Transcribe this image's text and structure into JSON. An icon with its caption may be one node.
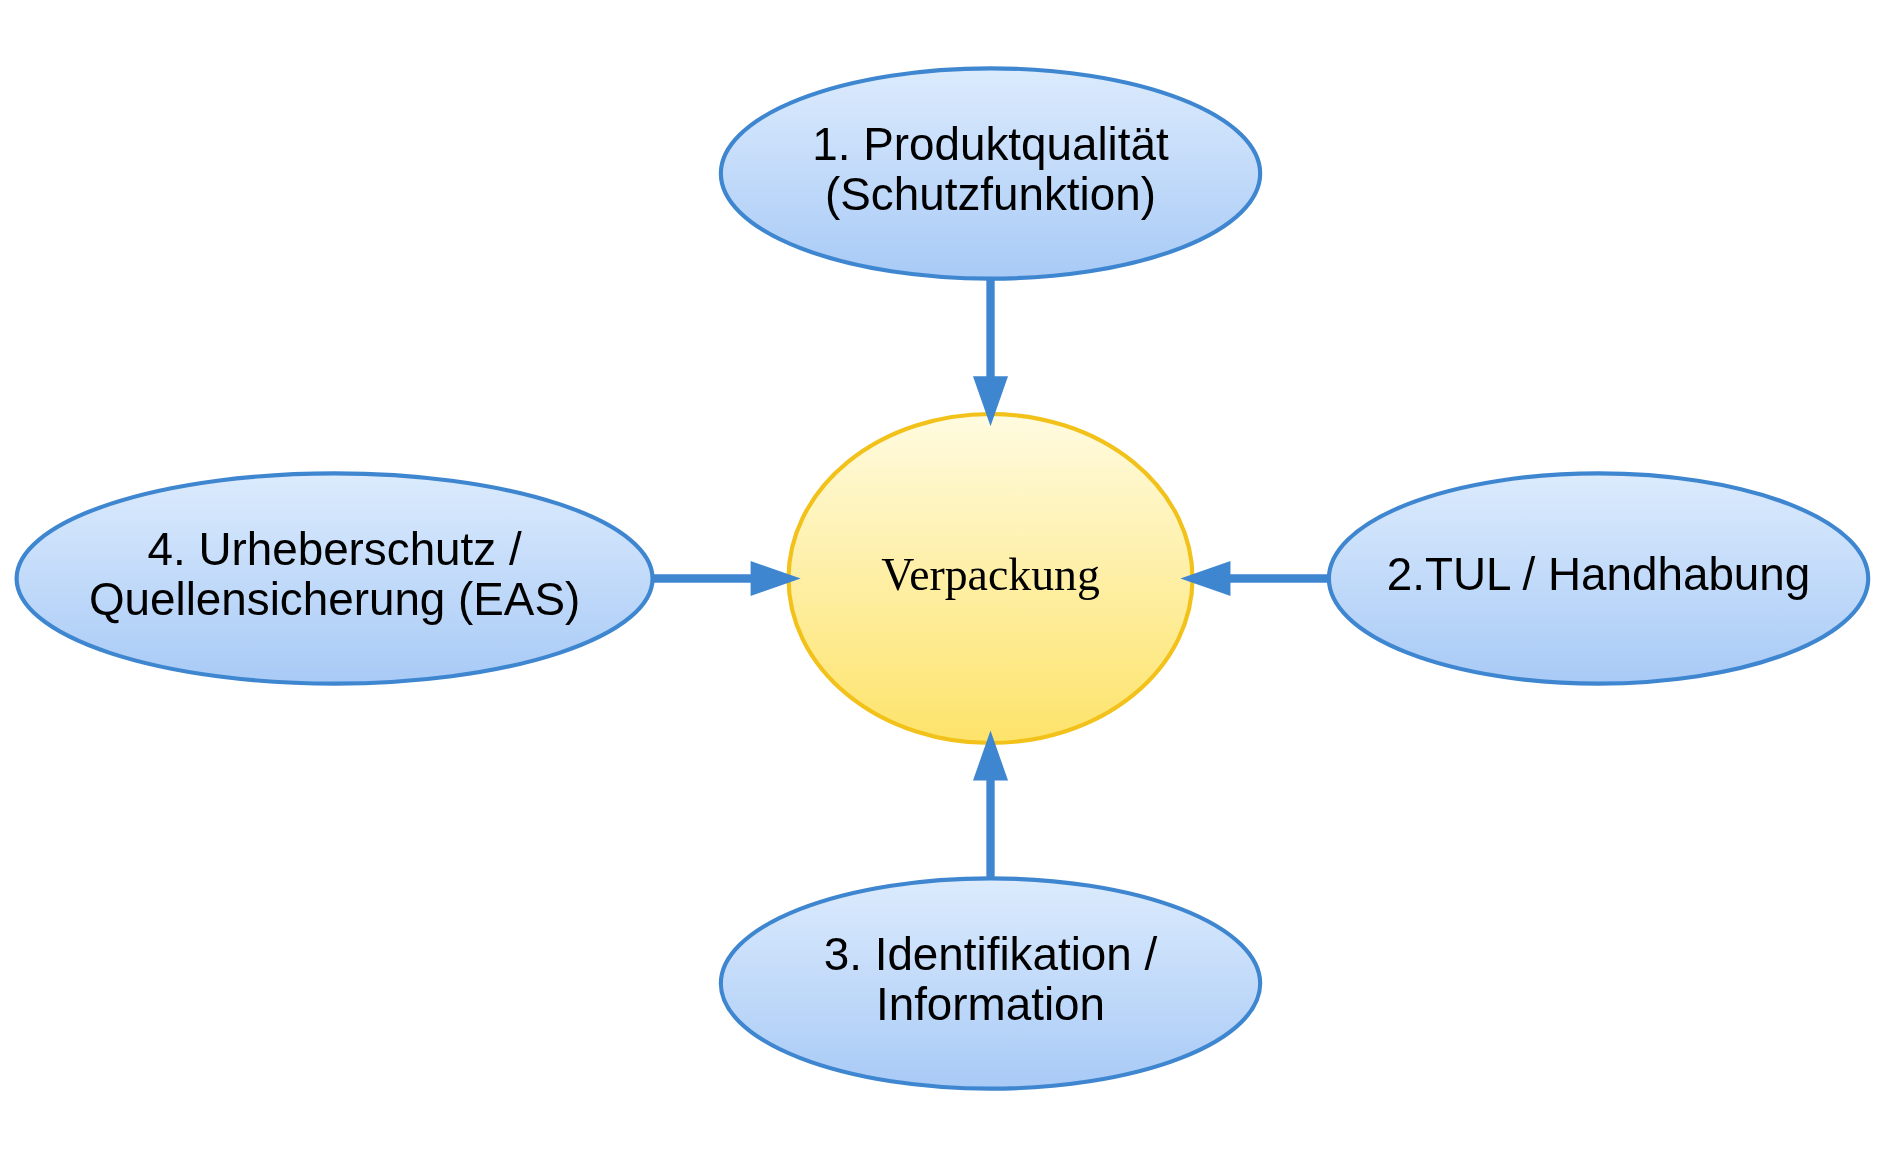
{
  "diagram": {
    "nodes": [
      {
        "text": [
          "1. Produktqualität (Schutzfunktion)"
        ]
      },
      {
        "text": [
          "4. Urheberschutz / Quellensicherung (EAS)"
        ]
      },
      {
        "text": [
          "Verpackung"
        ]
      },
      {
        "text": [
          "2.TUL / Handhabung"
        ]
      },
      {
        "text": [
          "3. Identifikation / Information"
        ]
      }
    ],
    "edges": [
      {
        "from": 0,
        "to": 2,
        "arrow": "to"
      },
      {
        "from": 3,
        "to": 2,
        "arrow": "to"
      },
      {
        "from": 4,
        "to": 2,
        "arrow": "to"
      },
      {
        "from": 1,
        "to": 2,
        "arrow": "to"
      }
    ]
  }
}
